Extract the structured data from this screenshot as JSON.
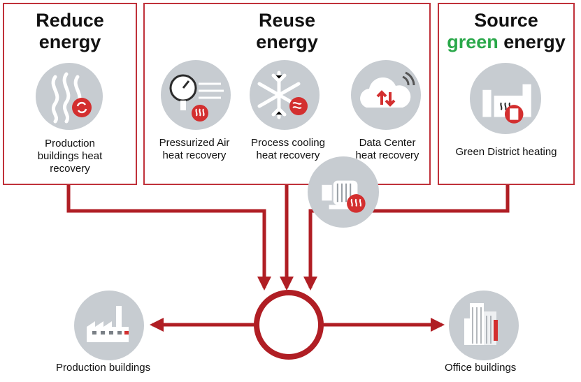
{
  "sections": {
    "reduce": {
      "title_line1": "Reduce",
      "title_line2": "energy"
    },
    "reuse": {
      "title_line1": "Reuse",
      "title_line2": "energy"
    },
    "source": {
      "title_line1": "Source",
      "title_green": "green",
      "title_line2_rest": " energy"
    }
  },
  "items": {
    "production_heat": {
      "lines": [
        "Production",
        "buildings heat",
        "recovery"
      ],
      "icon": "heat-waves-recycle-icon"
    },
    "pressurized_air": {
      "lines": [
        "Pressurized Air",
        "heat recovery"
      ],
      "icon": "pressure-gauge-icon"
    },
    "process_cooling": {
      "lines": [
        "Process cooling",
        "heat recovery"
      ],
      "icon": "snowflake-icon"
    },
    "data_center": {
      "lines": [
        "Data Center",
        "heat recovery"
      ],
      "icon": "cloud-data-icon"
    },
    "green_district": {
      "lines": [
        "Green District heating"
      ],
      "icon": "power-plant-icon"
    }
  },
  "hub": {
    "icon": "hub-ring-icon"
  },
  "motor": {
    "icon": "motor-pump-icon"
  },
  "outputs": {
    "production_buildings": {
      "label": "Production buildings",
      "icon": "factory-icon"
    },
    "office_buildings": {
      "label": "Office buildings",
      "icon": "office-buildings-icon"
    }
  },
  "colors": {
    "accent": "#c0313a",
    "green": "#2aa84a",
    "icon_bg": "#c7ccd1"
  }
}
